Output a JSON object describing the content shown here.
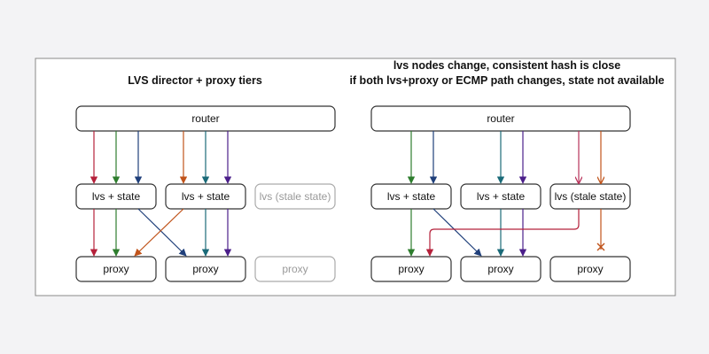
{
  "panels": [
    {
      "id": "left",
      "title_lines": [
        "LVS director + proxy tiers"
      ],
      "router": {
        "label": "router"
      },
      "lvs": [
        {
          "label": "lvs + state",
          "stale": false
        },
        {
          "label": "lvs + state",
          "stale": false
        },
        {
          "label": "lvs (stale state)",
          "stale": true
        }
      ],
      "proxies": [
        {
          "label": "proxy",
          "stale": false
        },
        {
          "label": "proxy",
          "stale": false
        },
        {
          "label": "proxy",
          "stale": true
        }
      ]
    },
    {
      "id": "right",
      "title_lines": [
        "lvs nodes change, consistent hash is close",
        "if both lvs+proxy or ECMP path changes, state not available"
      ],
      "router": {
        "label": "router"
      },
      "lvs": [
        {
          "label": "lvs + state",
          "stale": false
        },
        {
          "label": "lvs + state",
          "stale": false
        },
        {
          "label": "lvs (stale state)",
          "stale": false
        }
      ],
      "proxies": [
        {
          "label": "proxy",
          "stale": false
        },
        {
          "label": "proxy",
          "stale": false
        },
        {
          "label": "proxy",
          "stale": false
        }
      ]
    }
  ],
  "colors": {
    "red": "#b5203a",
    "green": "#2e7d2e",
    "navy": "#1f3f7a",
    "orange": "#c0531a",
    "teal": "#1a6a78",
    "purple": "#4b1f8a",
    "pink": "#b8325a"
  }
}
